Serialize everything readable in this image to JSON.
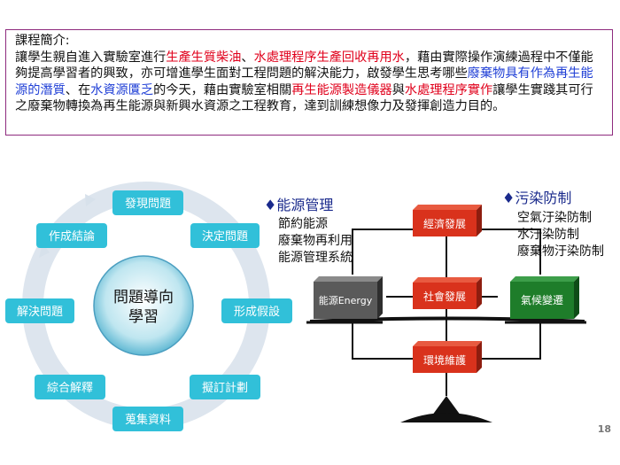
{
  "intro": {
    "title": "課程簡介:",
    "segments": [
      {
        "text": "讓學生親自進入實驗室進行",
        "style": "plain"
      },
      {
        "text": "生產生質柴油",
        "style": "red"
      },
      {
        "text": "、",
        "style": "plain"
      },
      {
        "text": "水處理程序生產回收再用水",
        "style": "red"
      },
      {
        "text": "，藉由實際操作演練過程中不僅能夠提高學習者的興致，亦可增進學生面對工程問題的解決能力，啟發學生思考哪些",
        "style": "plain"
      },
      {
        "text": "廢棄物具有作為再生能源的潛質",
        "style": "blue"
      },
      {
        "text": "、在",
        "style": "plain"
      },
      {
        "text": "水資源匱乏",
        "style": "blue"
      },
      {
        "text": "的今天，藉由實驗室相關",
        "style": "plain"
      },
      {
        "text": "再生能源製造儀器",
        "style": "red"
      },
      {
        "text": "與",
        "style": "plain"
      },
      {
        "text": "水處理程序實作",
        "style": "red"
      },
      {
        "text": "讓學生實踐其可行之廢棄物轉換為再生能源與新興水資源之工程教育，達到訓練想像力及發揮創造力目的。",
        "style": "plain"
      }
    ]
  },
  "cycle": {
    "center": [
      "問題導向",
      "學習"
    ],
    "steps": [
      "發現問題",
      "決定問題",
      "形成假設",
      "擬訂計劃",
      "蒐集資料",
      "綜合解釋",
      "解決問題",
      "作成結論"
    ]
  },
  "energy": {
    "title": "♦能源管理",
    "items": [
      "節約能源",
      "廢棄物再利用",
      "能源管理系統"
    ],
    "box_label": "能源Energy"
  },
  "pollution": {
    "title": "♦污染防制",
    "items": [
      "空氣汙染防制",
      "水汙染防制",
      "廢棄物汙染防制"
    ],
    "box_label": "氣候變遷"
  },
  "center_boxes": [
    "經濟發展",
    "社會發展",
    "環境維護"
  ],
  "page_number": "18",
  "colors": {
    "cycle_box": "#31c0d9",
    "red_box": "#d9321c",
    "green_box": "#1e7d2a",
    "gray_box": "#5a5a5a"
  }
}
